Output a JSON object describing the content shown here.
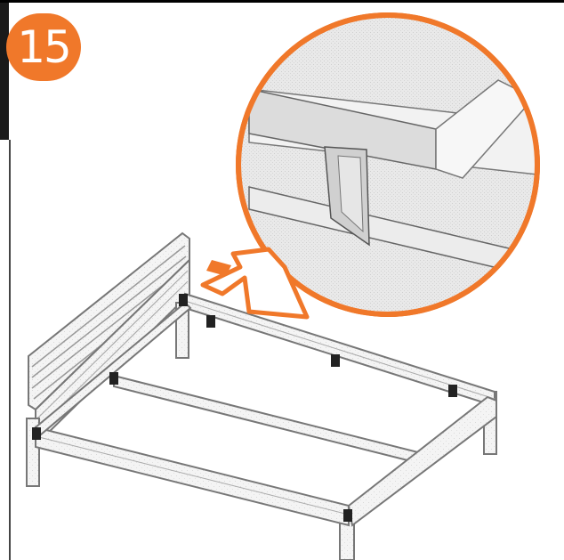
{
  "step": {
    "number": "15",
    "badge_color": "#f0782a"
  },
  "illustration": {
    "subject": "bed-frame-assembly",
    "detail_callout": "slat-support-bracket-closeup",
    "arrow_color": "#f0782a"
  }
}
